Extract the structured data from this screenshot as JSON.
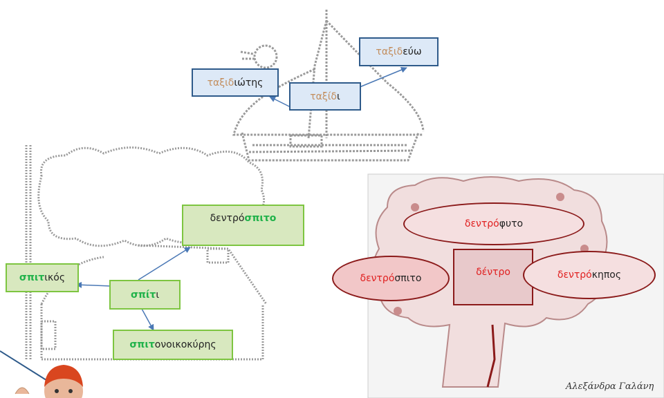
{
  "boat": {
    "center": {
      "root": "ταξίδ",
      "suffix": "ι"
    },
    "left": {
      "root": "ταξιδ",
      "suffix": "ιώτης"
    },
    "right": {
      "root": "ταξιδ",
      "suffix": "εύω"
    }
  },
  "house": {
    "center": {
      "root": "σπίτ",
      "suffix": "ι"
    },
    "left": {
      "root": "σπιτ",
      "suffix": "ικός"
    },
    "top": {
      "prefix": "δεντρό",
      "root": "σπιτο"
    },
    "bottom": {
      "root": "σπιτ",
      "suffix": "ονοικοκύρης"
    }
  },
  "tree": {
    "center": "δέντρο",
    "top": {
      "root": "δεντρό",
      "suffix": "φυτο"
    },
    "left": {
      "root": "δεντρό",
      "suffix": "σπιτο"
    },
    "right": {
      "root": "δεντρό",
      "suffix": "κηπος"
    }
  },
  "signature": "Αλεξάνδρα Γαλάνη",
  "colors": {
    "boat_root": "#c38e5e",
    "house_root": "#21b24a",
    "tree_root": "#e02020",
    "blue_border": "#2e5a8a",
    "green_border": "#7dc540",
    "red_border": "#8b1a1a"
  }
}
